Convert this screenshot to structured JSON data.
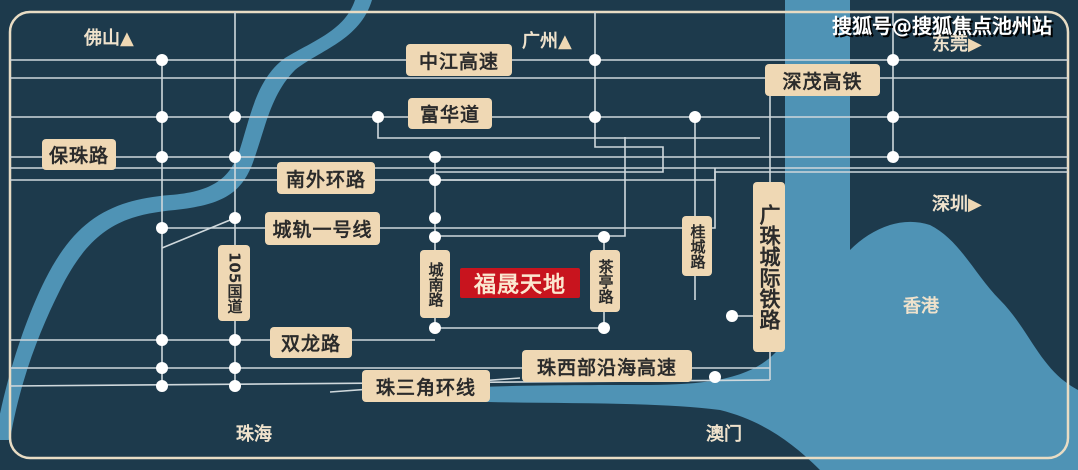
{
  "watermark": "搜狐号@搜狐焦点池州站",
  "project": "福晟天地",
  "roads": {
    "zhongjiang": "中江高速",
    "shenmao": "深茂高铁",
    "fuhua": "富华道",
    "baozhu": "保珠路",
    "nanwaihuan": "南外环路",
    "chenggui": "城轨一号线",
    "guodao105": "105国道",
    "chengnan": "城南路",
    "chating": "茶亭路",
    "guicheng": "桂城路",
    "guangzhu": "广珠城际铁路",
    "shuanglong": "双龙路",
    "zhuxibu": "珠西部沿海高速",
    "zhusanjiao": "珠三角环线"
  },
  "cities": {
    "foshan": "佛山",
    "guangzhou": "广州",
    "dongguan": "东莞",
    "shenzhen": "深圳",
    "hongkong": "香港",
    "zhuhai": "珠海",
    "macau": "澳门"
  },
  "arrows": {
    "up": "▲",
    "right": "▶"
  },
  "colors": {
    "background": "#1d3a4c",
    "water": "#4f93b5",
    "label": "#efd8b4",
    "highlight": "#c8141e"
  }
}
